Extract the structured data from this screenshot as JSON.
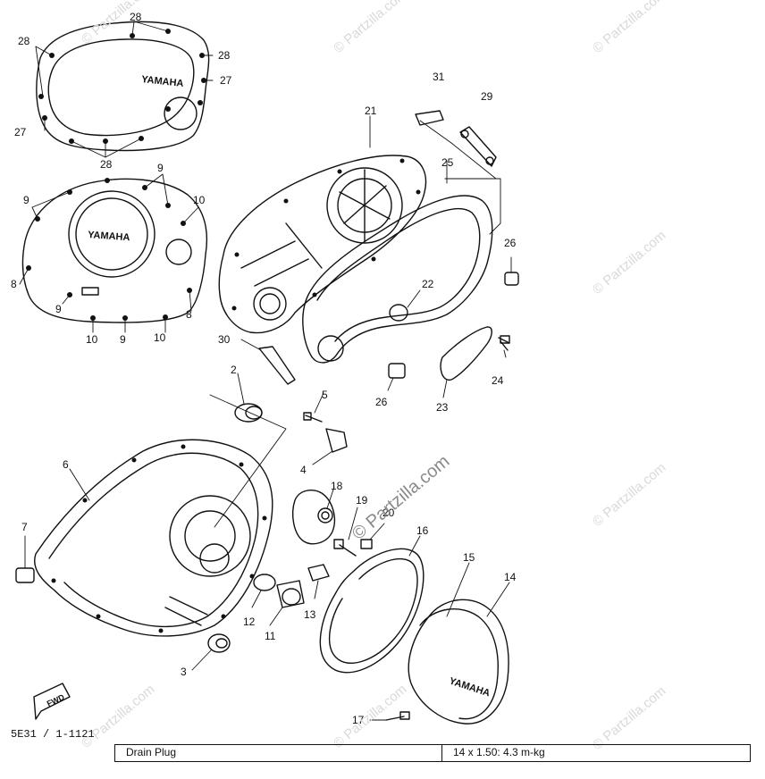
{
  "watermark": {
    "text": "© Partzilla.com"
  },
  "callouts": [
    "28",
    "28",
    "28",
    "27",
    "27",
    "28",
    "9",
    "9",
    "10",
    "8",
    "9",
    "8",
    "10",
    "9",
    "10",
    "31",
    "29",
    "21",
    "25",
    "26",
    "22",
    "30",
    "24",
    "26",
    "23",
    "2",
    "5",
    "4",
    "6",
    "7",
    "18",
    "19",
    "20",
    "16",
    "15",
    "14",
    "12",
    "11",
    "13",
    "3",
    "17"
  ],
  "footer": {
    "fwd_label": "FWD",
    "diagram_code": "5E31 / 1-1121",
    "spec": {
      "name": "Drain Plug",
      "value": "14 x 1.50: 4.3 m-kg"
    }
  },
  "colors": {
    "ink": "#111111",
    "watermark": "#d9d9d9"
  }
}
